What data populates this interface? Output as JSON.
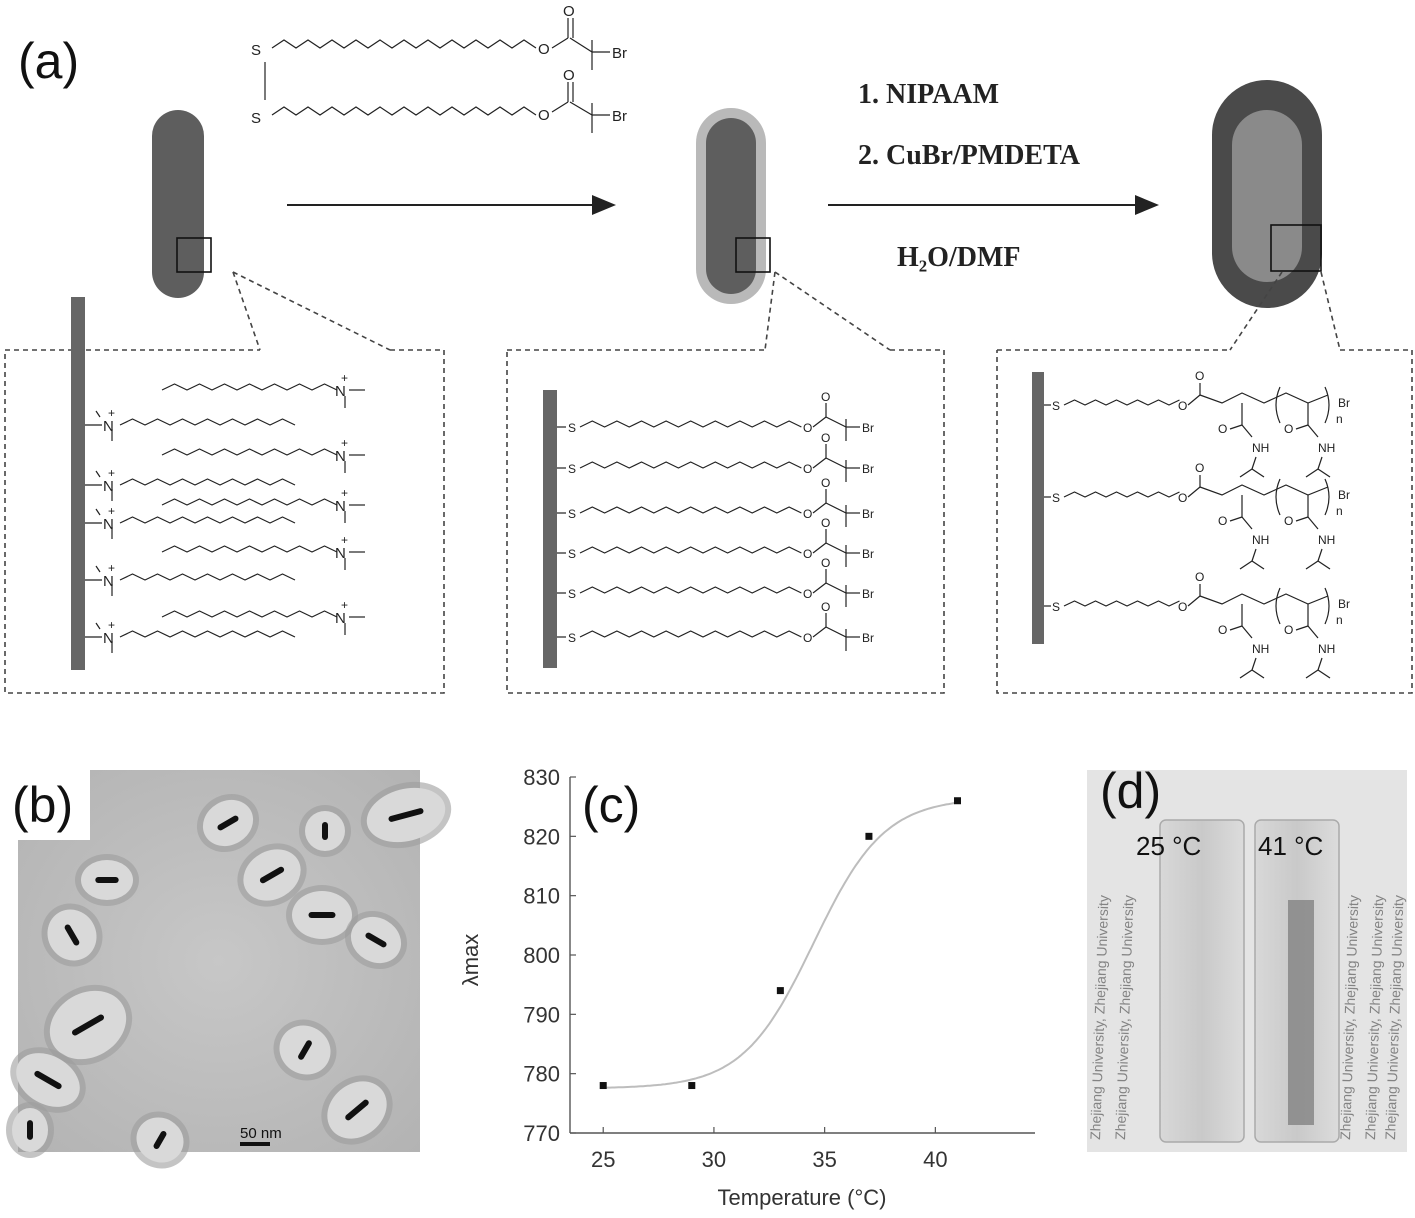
{
  "panels": {
    "a_label": "(a)",
    "b_label": "(b)",
    "c_label": "(c)",
    "d_label": "(d)"
  },
  "scheme": {
    "reagent_1": "1. NIPAAM",
    "reagent_2": "2. CuBr/PMDETA",
    "solvent": "H₂O/DMF",
    "atoms": {
      "S": "S",
      "Br": "Br",
      "O": "O",
      "N": "N",
      "NH": "NH",
      "n": "n",
      "plus": "+"
    }
  },
  "tem": {
    "scale_bar": "50 nm"
  },
  "photo": {
    "temp_left": "25 °C",
    "temp_right": "41 °C",
    "background_text": "Zhejiang University, Zhejiang University"
  },
  "chart_data": {
    "type": "scatter",
    "title": "",
    "xlabel": "Temperature (°C)",
    "ylabel": "λmax",
    "xlim": [
      23.5,
      44.5
    ],
    "ylim": [
      770,
      830
    ],
    "x_ticks": [
      25,
      30,
      35,
      40
    ],
    "y_ticks": [
      770,
      780,
      790,
      800,
      810,
      820,
      830
    ],
    "series": [
      {
        "x": [
          25,
          29,
          33,
          37,
          41
        ],
        "y": [
          778,
          778,
          794,
          820,
          826
        ]
      }
    ],
    "fit_curve": "sigmoidal",
    "grid": false
  },
  "colors": {
    "rod": "#5e5e5e",
    "shell_light": "#b9b9b9",
    "shell_dark": "#4a4a4a",
    "inner_light": "#8a8a8a",
    "dash": "#444444",
    "fit": "#bdbdbd"
  }
}
